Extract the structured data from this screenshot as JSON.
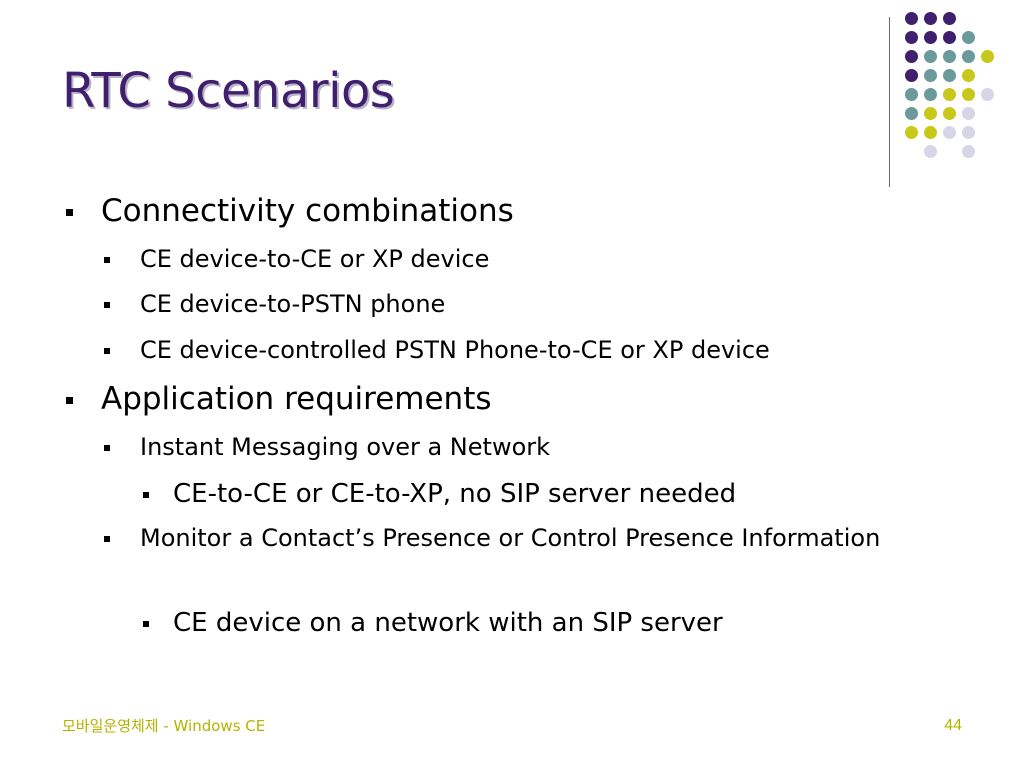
{
  "slide": {
    "title": "RTC Scenarios",
    "footer_left": "모바일운영체제 - Windows CE",
    "page_number": "44"
  },
  "colors": {
    "title": "#3f1f6e",
    "accent_purple": "#3f1f6e",
    "accent_teal": "#6b9a9a",
    "accent_yellow": "#c8c81a",
    "accent_lavender": "#d6d6e6",
    "footer_text": "#b4b400"
  },
  "decoration": {
    "dot_grid_rows": [
      [
        "purple",
        "purple",
        "purple",
        "none",
        "none"
      ],
      [
        "purple",
        "purple",
        "purple",
        "teal",
        "none"
      ],
      [
        "purple",
        "teal",
        "teal",
        "teal",
        "yellow"
      ],
      [
        "purple",
        "teal",
        "teal",
        "yellow",
        "none"
      ],
      [
        "teal",
        "teal",
        "yellow",
        "yellow",
        "lavender"
      ],
      [
        "teal",
        "yellow",
        "yellow",
        "lavender",
        "none"
      ],
      [
        "yellow",
        "yellow",
        "lavender",
        "lavender",
        "none"
      ],
      [
        "none",
        "lavender",
        "none",
        "lavender",
        "none"
      ]
    ]
  },
  "bullets": [
    {
      "text": "Connectivity combinations",
      "children": [
        {
          "text": "CE device-to-CE or XP device"
        },
        {
          "text": "CE device-to-PSTN phone"
        },
        {
          "text": "CE device-controlled PSTN Phone-to-CE or XP device"
        }
      ]
    },
    {
      "text": "Application requirements",
      "children": [
        {
          "text": "Instant Messaging over a Network",
          "children": [
            {
              "text": "CE-to-CE or CE-to-XP, no SIP server needed"
            }
          ]
        },
        {
          "text": "Monitor a Contact’s Presence or Control Presence Information",
          "children": [
            {
              "text": "CE device on a network with an SIP server"
            }
          ]
        }
      ]
    }
  ]
}
